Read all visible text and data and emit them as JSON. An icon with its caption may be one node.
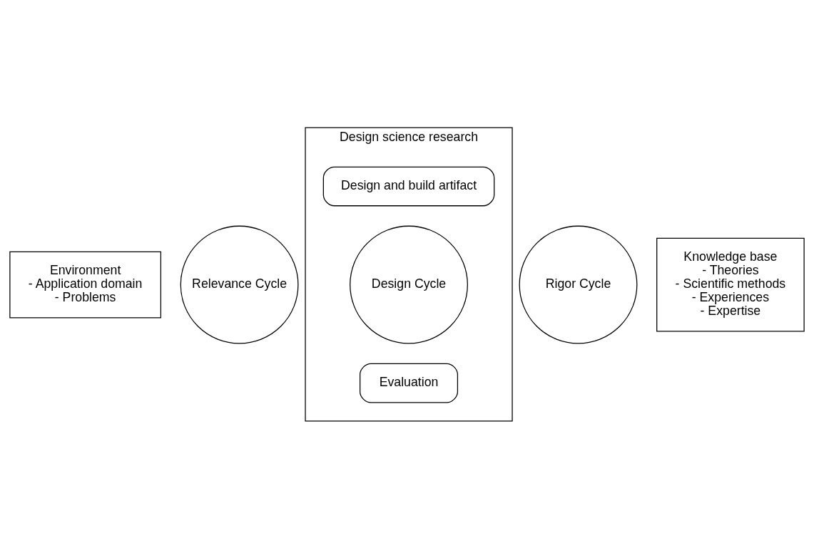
{
  "diagram": {
    "nodes": [
      {
        "text": [
          "Environment",
          "- Application domain",
          "- Problems"
        ]
      },
      {
        "text": [
          "Relevance Cycle"
        ]
      },
      {
        "text": [
          "Design science research"
        ]
      },
      {
        "text": [
          "Design and build artifact"
        ],
        "in": 2
      },
      {
        "text": [
          "Design Cycle"
        ],
        "in": 2
      },
      {
        "text": [
          "Evaluation"
        ],
        "in": 2
      },
      {
        "text": [
          "Rigor Cycle"
        ]
      },
      {
        "text": [
          "Knowledge base",
          "- Theories",
          "- Scientific methods",
          "- Experiences",
          "- Expertise"
        ]
      }
    ],
    "edges": []
  }
}
